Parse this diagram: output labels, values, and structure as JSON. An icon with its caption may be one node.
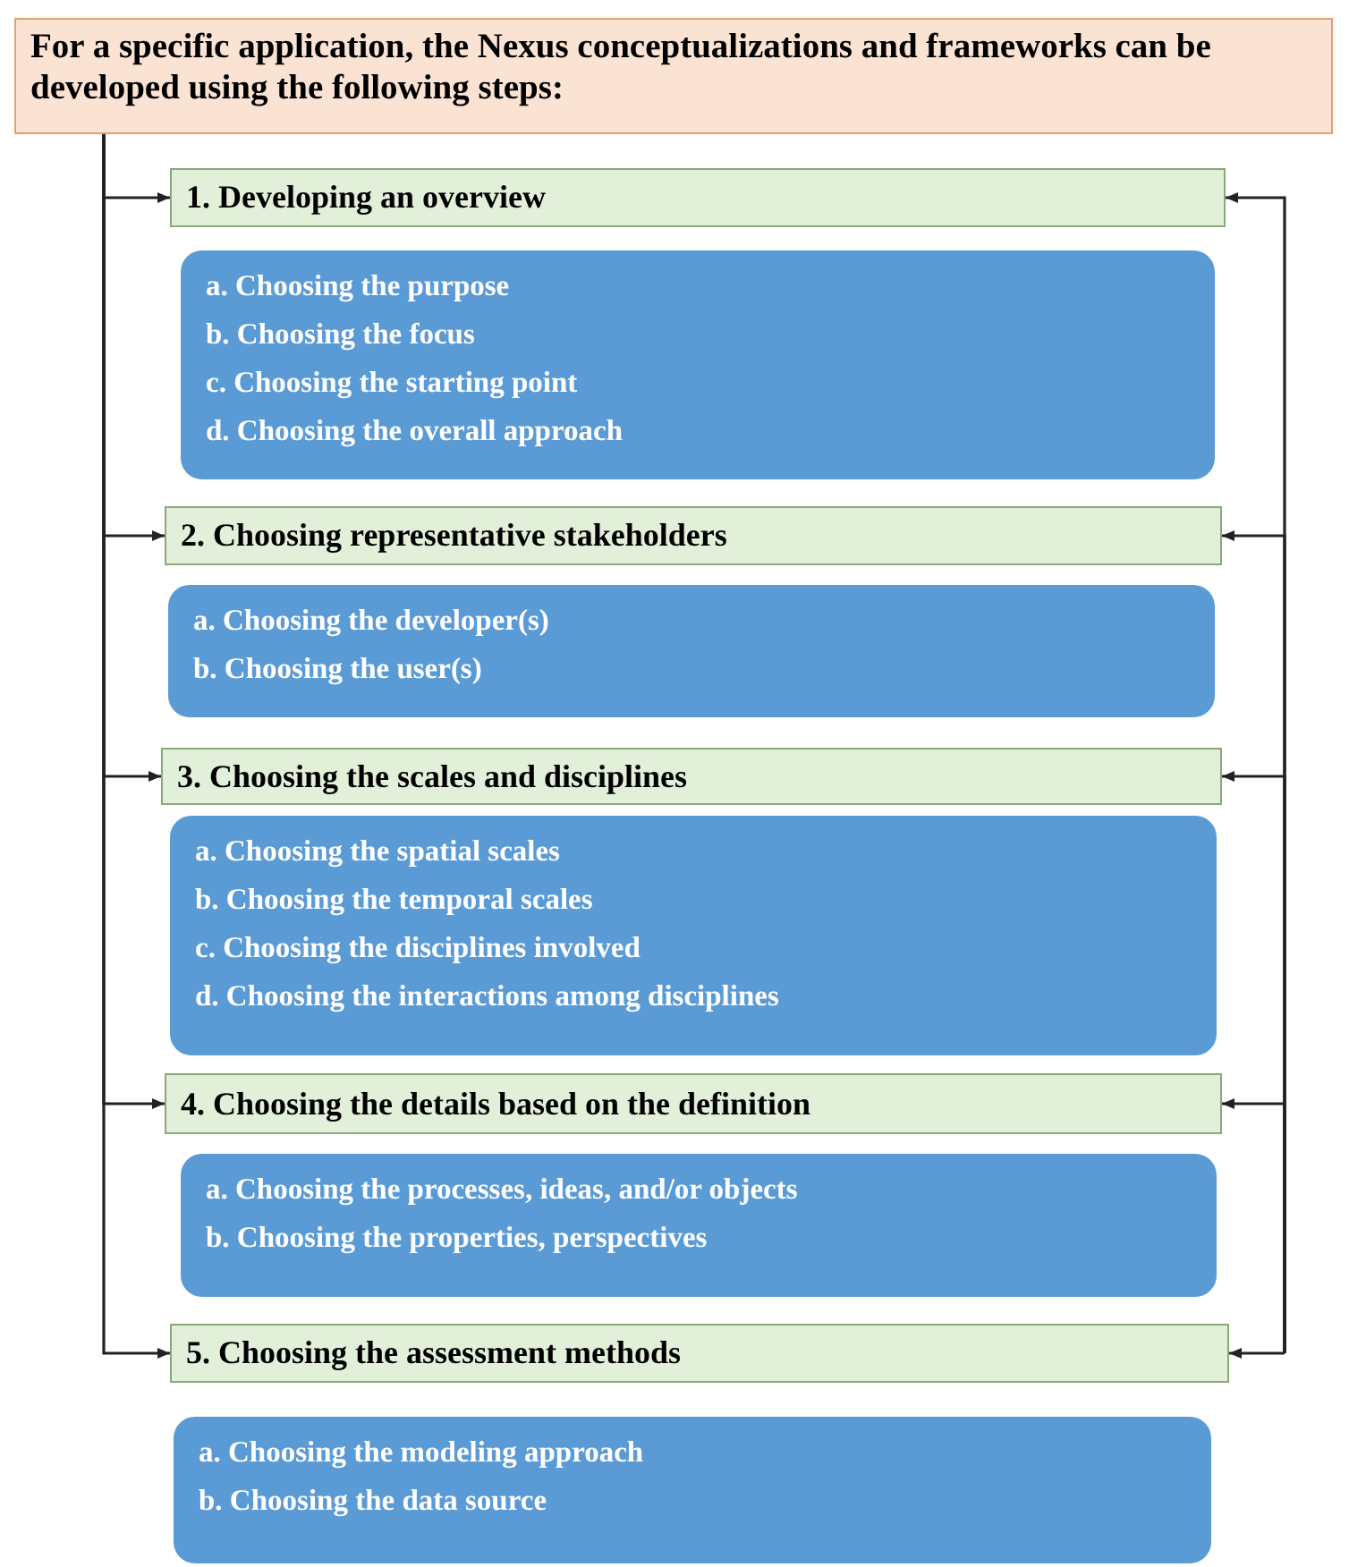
{
  "diagram": {
    "nodes": [
      {
        "text": [
          "For a specific application, the Nexus conceptualizations and frameworks can be developed using the following steps:"
        ]
      },
      {
        "text": [
          "1. Developing an overview"
        ]
      },
      {
        "text": [
          "a. Choosing the purpose",
          "b. Choosing the focus",
          "c. Choosing the starting point",
          "d. Choosing the overall approach"
        ]
      },
      {
        "text": [
          "2. Choosing representative stakeholders"
        ]
      },
      {
        "text": [
          "a. Choosing the developer(s)",
          "b. Choosing the user(s)"
        ]
      },
      {
        "text": [
          "3. Choosing the scales and disciplines"
        ]
      },
      {
        "text": [
          "a. Choosing the spatial scales",
          "b. Choosing the temporal scales",
          "c. Choosing the disciplines involved",
          "d. Choosing the interactions among disciplines"
        ]
      },
      {
        "text": [
          "4. Choosing the details based on the definition"
        ]
      },
      {
        "text": [
          "a. Choosing the processes, ideas, and/or objects",
          "b. Choosing the properties, perspectives"
        ]
      },
      {
        "text": [
          "5. Choosing the assessment methods"
        ]
      },
      {
        "text": [
          "a. Choosing the modeling approach",
          "b. Choosing the data source"
        ]
      }
    ],
    "edges": [
      {
        "from": 0,
        "to": 1,
        "arrow": "to"
      },
      {
        "from": 0,
        "to": 3,
        "arrow": "to"
      },
      {
        "from": 0,
        "to": 5,
        "arrow": "to"
      },
      {
        "from": 0,
        "to": 7,
        "arrow": "to"
      },
      {
        "from": 0,
        "to": 9,
        "arrow": "to"
      },
      {
        "from": null,
        "to": 1,
        "arrow": "to"
      },
      {
        "from": null,
        "to": 3,
        "arrow": "to"
      },
      {
        "from": null,
        "to": 5,
        "arrow": "to"
      },
      {
        "from": null,
        "to": 7,
        "arrow": "to"
      },
      {
        "from": null,
        "to": 9,
        "arrow": "to"
      }
    ]
  }
}
